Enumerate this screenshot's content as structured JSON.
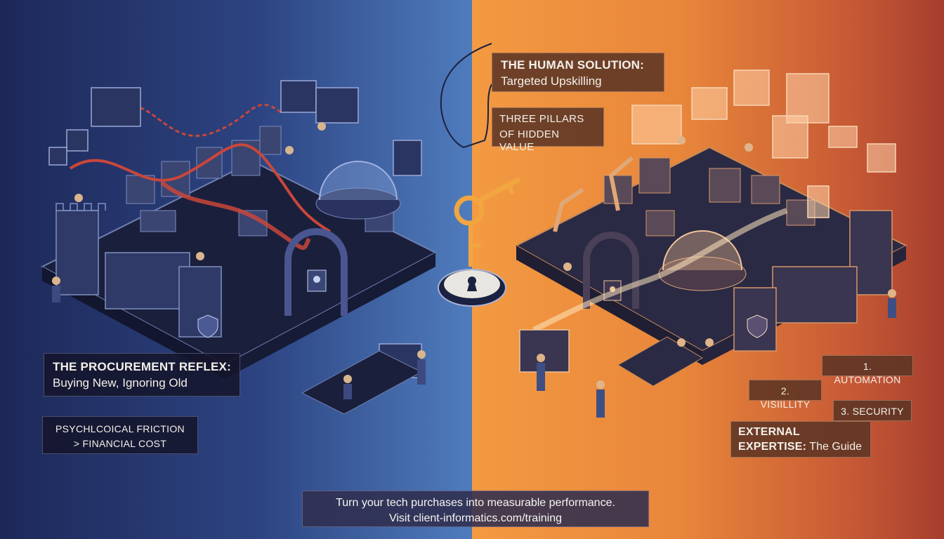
{
  "left_panel": {
    "headline": {
      "title": "THE PROCUREMENT REFLEX:",
      "subtitle": "Buying New, Ignoring Old"
    },
    "note": {
      "line1": "PSYCHLCOICAL FRICTION",
      "line2": "> FINANCIAL COST"
    }
  },
  "right_panel": {
    "headline": {
      "title": "THE HUMAN SOLUTION:",
      "subtitle": "Targeted Upskilling"
    },
    "pillars": {
      "line1": "THREE PILLARS",
      "line2": "OF HIDDEN VALUE"
    },
    "pillar_items": [
      "1. AUTOMATION",
      "2. VISIILLITY",
      "3. SECURITY"
    ],
    "expertise": {
      "line1": "EXTERNAL",
      "line2_bold": "EXPERTISE:",
      "line2_rest": " The Guide"
    }
  },
  "footer": {
    "line1": "Turn your tech purchases into measurable performance.",
    "line2": "Visit client-informatics.com/training"
  },
  "colors": {
    "left_bg": "#2d4482",
    "right_bg": "#e8853a",
    "key_gold": "#f2a640",
    "red_tape": "#c9473a"
  },
  "icons": [
    "key-icon",
    "keyhole-icon",
    "padlock-icon",
    "shield-icon",
    "castle-tower-icon",
    "dome-icon",
    "robot-arm-icon",
    "hand-icon"
  ]
}
